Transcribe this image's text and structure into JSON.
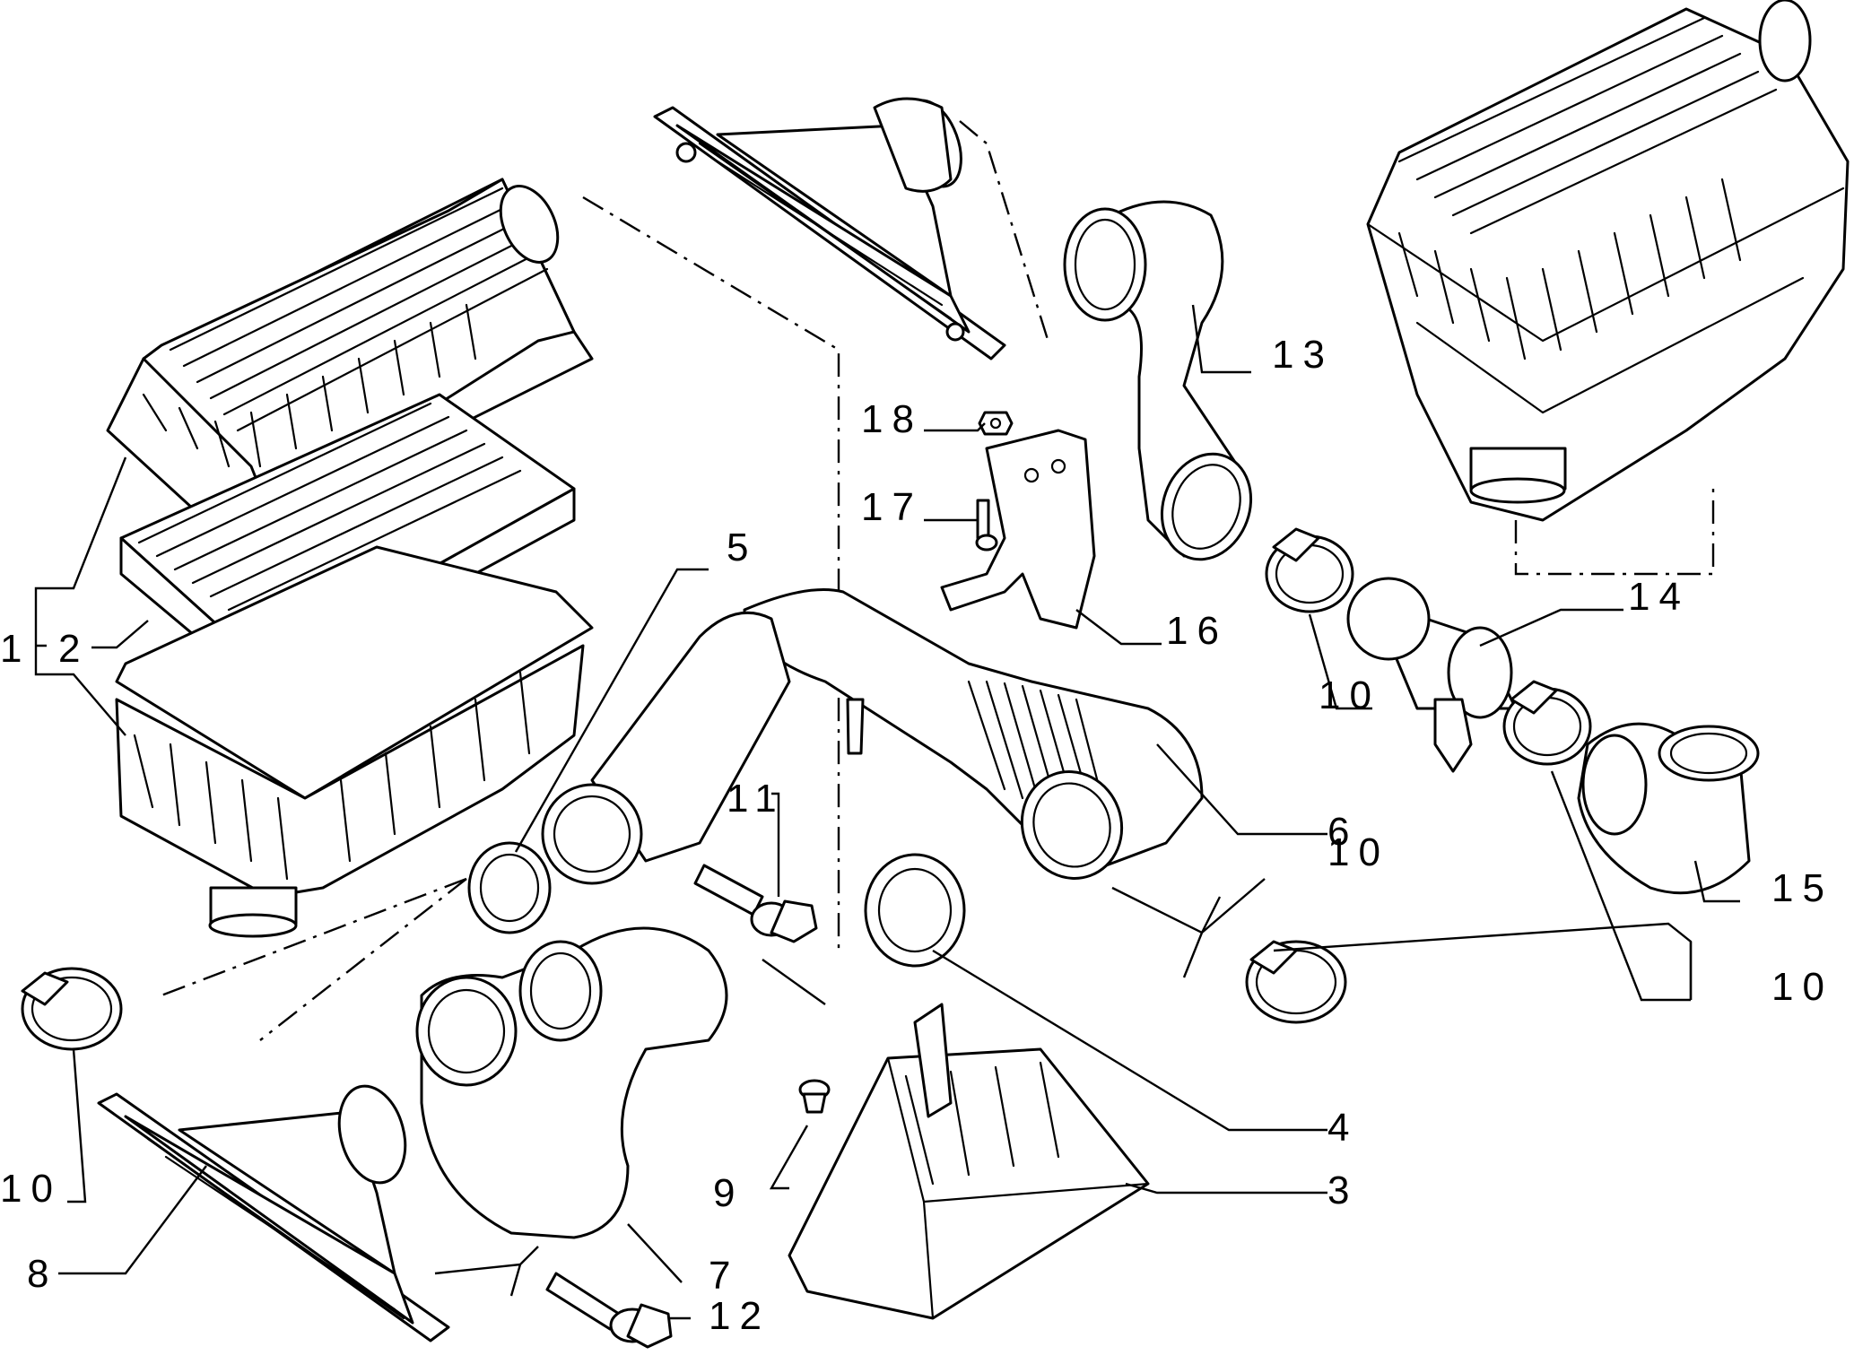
{
  "diagram": {
    "callouts": [
      {
        "id": "c1",
        "text": "1"
      },
      {
        "id": "c2",
        "text": "2"
      },
      {
        "id": "c3",
        "text": "3"
      },
      {
        "id": "c4",
        "text": "4"
      },
      {
        "id": "c5",
        "text": "5"
      },
      {
        "id": "c6",
        "text": "6"
      },
      {
        "id": "c7",
        "text": "7"
      },
      {
        "id": "c8",
        "text": "8"
      },
      {
        "id": "c9",
        "text": "9"
      },
      {
        "id": "c10a",
        "text": "10"
      },
      {
        "id": "c10b",
        "text": "10"
      },
      {
        "id": "c10c",
        "text": "10"
      },
      {
        "id": "c10d",
        "text": "10"
      },
      {
        "id": "c11",
        "text": "11"
      },
      {
        "id": "c12",
        "text": "12"
      },
      {
        "id": "c13",
        "text": "13"
      },
      {
        "id": "c14",
        "text": "14"
      },
      {
        "id": "c15",
        "text": "15"
      },
      {
        "id": "c16",
        "text": "16"
      },
      {
        "id": "c17",
        "text": "17"
      },
      {
        "id": "c18",
        "text": "18"
      }
    ]
  }
}
